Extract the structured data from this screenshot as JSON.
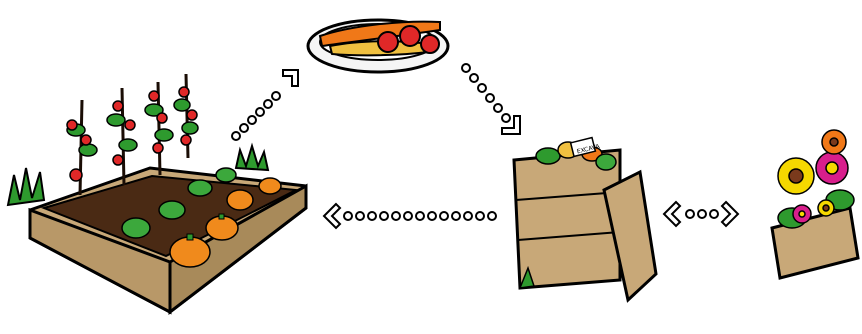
{
  "diagram": {
    "nodes": [
      {
        "id": "garden-bed",
        "icon": "raised-garden-bed-icon"
      },
      {
        "id": "harvest-plate",
        "icon": "plate-of-vegetables-icon"
      },
      {
        "id": "compost-bin",
        "icon": "wooden-compost-bin-icon"
      },
      {
        "id": "flower-box",
        "icon": "flower-planter-icon"
      }
    ],
    "edges": [
      {
        "from": "garden-bed",
        "to": "harvest-plate",
        "style": "dotted-arrow"
      },
      {
        "from": "harvest-plate",
        "to": "compost-bin",
        "style": "dotted-arrow"
      },
      {
        "from": "compost-bin",
        "to": "garden-bed",
        "style": "dotted-arrow"
      },
      {
        "from": "compost-bin",
        "to": "flower-box",
        "style": "dotted-double-arrow"
      }
    ],
    "compost_label": "EXCAVA"
  },
  "colors": {
    "soil": "#4a2a14",
    "wood": "#c8a878",
    "wood_dark": "#8a6a3c",
    "pumpkin": "#f08a1c",
    "tomato": "#e02828",
    "leaf": "#2e9a2e",
    "flower_yellow": "#f5d800",
    "flower_magenta": "#d81e8c",
    "flower_orange": "#f07818"
  }
}
